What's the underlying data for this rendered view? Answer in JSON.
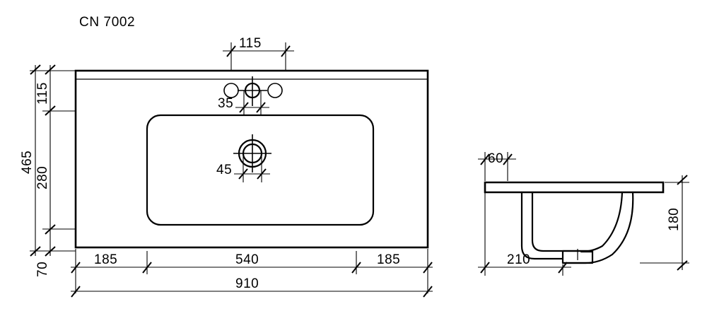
{
  "title": "CN 7002",
  "drawing": {
    "type": "technical-dimension-drawing",
    "subject": "washbasin",
    "units": "mm",
    "views": [
      {
        "name": "top-view",
        "label": ""
      },
      {
        "name": "side-section-view",
        "label": ""
      }
    ]
  },
  "dimensions": {
    "top_view": {
      "tap_hole_offset_from_centre": "115",
      "tap_hole_diameter": "35",
      "drain_hole_diameter": "45",
      "depth_to_first_band": "115",
      "depth_mid": "280",
      "depth_front": "70",
      "depth_total": "465",
      "width_left_margin": "185",
      "width_bowl": "540",
      "width_right_margin": "185",
      "width_total": "910"
    },
    "side_view": {
      "rim_thickness": "60",
      "overall_height": "180",
      "outlet_offset": "210"
    }
  },
  "colors": {
    "line": "#000000",
    "background": "#ffffff"
  }
}
